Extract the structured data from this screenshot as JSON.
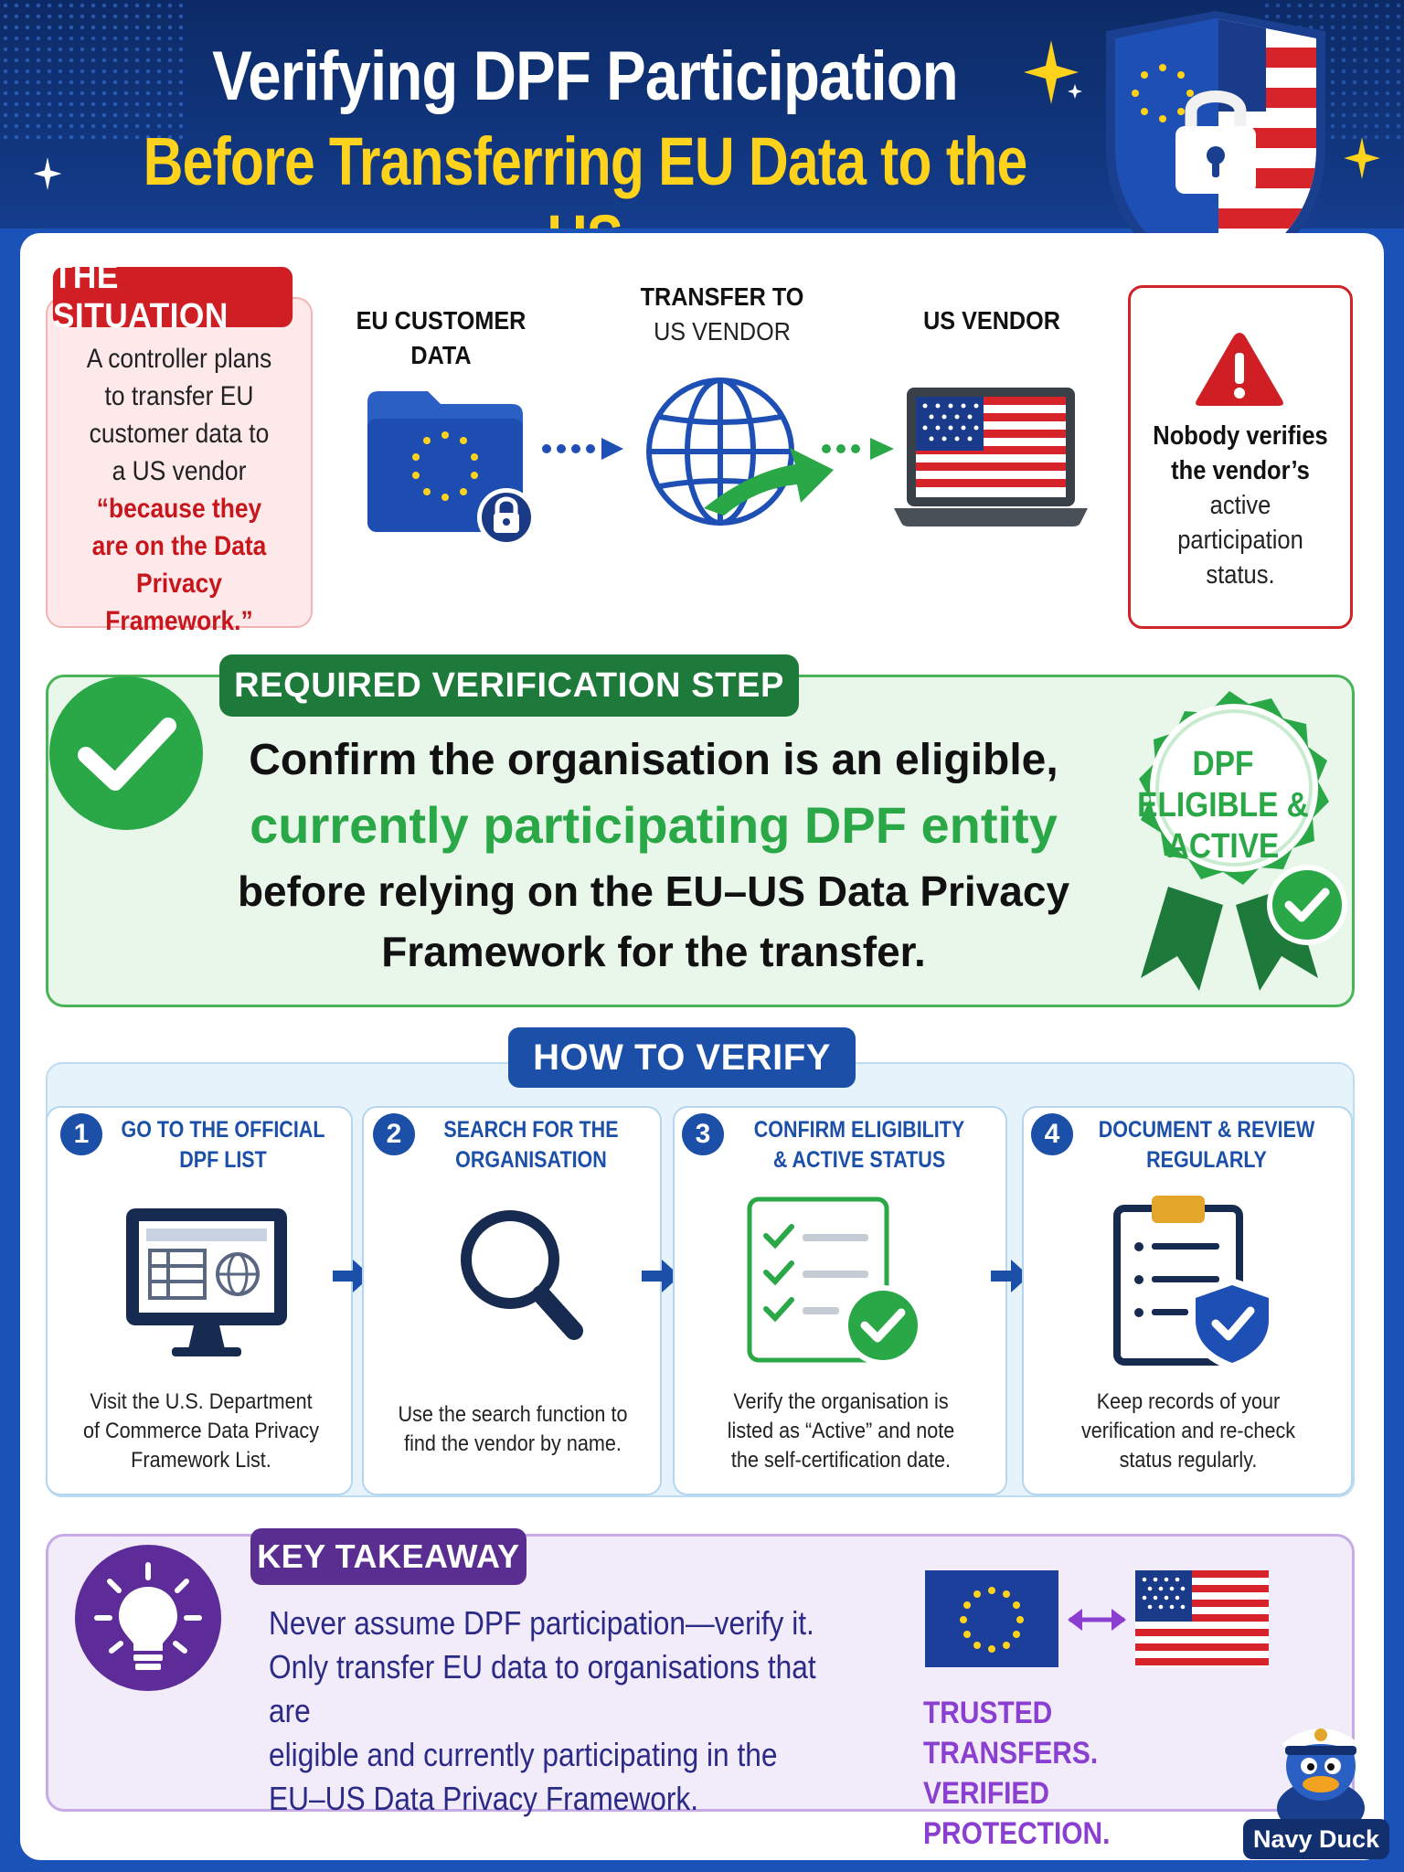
{
  "header": {
    "title_line1": "Verifying DPF Participation",
    "title_line2": "Before Transferring EU Data to the US"
  },
  "situation": {
    "tag": "THE SITUATION",
    "text_plain": [
      "A controller plans",
      "to transfer EU",
      "customer data to",
      "a US vendor"
    ],
    "text_quote": [
      "“because they",
      "are on the Data",
      "Privacy Framework.”"
    ]
  },
  "flow": {
    "eu_label": "EU CUSTOMER DATA",
    "transfer_label_1": "TRANSFER TO",
    "transfer_label_2": "US VENDOR",
    "us_label": "US VENDOR"
  },
  "alert": {
    "bold": [
      "Nobody verifies",
      "the vendor’s"
    ],
    "plain": [
      "active",
      "participation",
      "status."
    ]
  },
  "verification": {
    "tag": "REQUIRED VERIFICATION STEP",
    "line1": "Confirm the organisation is an eligible,",
    "line2": "currently participating DPF entity",
    "line3": "before relying on the EU–US Data Privacy",
    "line4": "Framework for the transfer.",
    "badge": [
      "DPF",
      "ELIGIBLE &",
      "ACTIVE"
    ]
  },
  "how": {
    "tag": "HOW TO VERIFY",
    "steps": [
      {
        "num": "1",
        "title1": "GO TO THE OFFICIAL",
        "title2": "DPF LIST",
        "desc": [
          "Visit the U.S. Department",
          "of Commerce Data Privacy",
          "Framework List."
        ]
      },
      {
        "num": "2",
        "title1": "SEARCH FOR THE",
        "title2": "ORGANISATION",
        "desc": [
          "Use the search function to",
          "find the vendor by name."
        ]
      },
      {
        "num": "3",
        "title1": "CONFIRM ELIGIBILITY",
        "title2": "& ACTIVE STATUS",
        "desc": [
          "Verify the organisation is",
          "listed as “Active” and note",
          "the self-certification date."
        ]
      },
      {
        "num": "4",
        "title1": "DOCUMENT & REVIEW",
        "title2": "REGULARLY",
        "desc": [
          "Keep records of your",
          "verification and re-check",
          "status regularly."
        ]
      }
    ]
  },
  "takeaway": {
    "tag": "KEY TAKEAWAY",
    "lines": [
      "Never assume DPF participation—verify it.",
      "Only transfer EU data to organisations that are",
      "eligible and currently participating in the",
      "EU–US Data Privacy Framework."
    ],
    "trust1": "TRUSTED TRANSFERS.",
    "trust2": "VERIFIED PROTECTION."
  },
  "brand": {
    "name": "Navy Duck"
  },
  "colors": {
    "navy": "#0c2a66",
    "yellow": "#ffd21c",
    "red": "#cf1f24",
    "green": "#2aa746",
    "blue": "#1b4fa8",
    "purple": "#5a2d91"
  }
}
